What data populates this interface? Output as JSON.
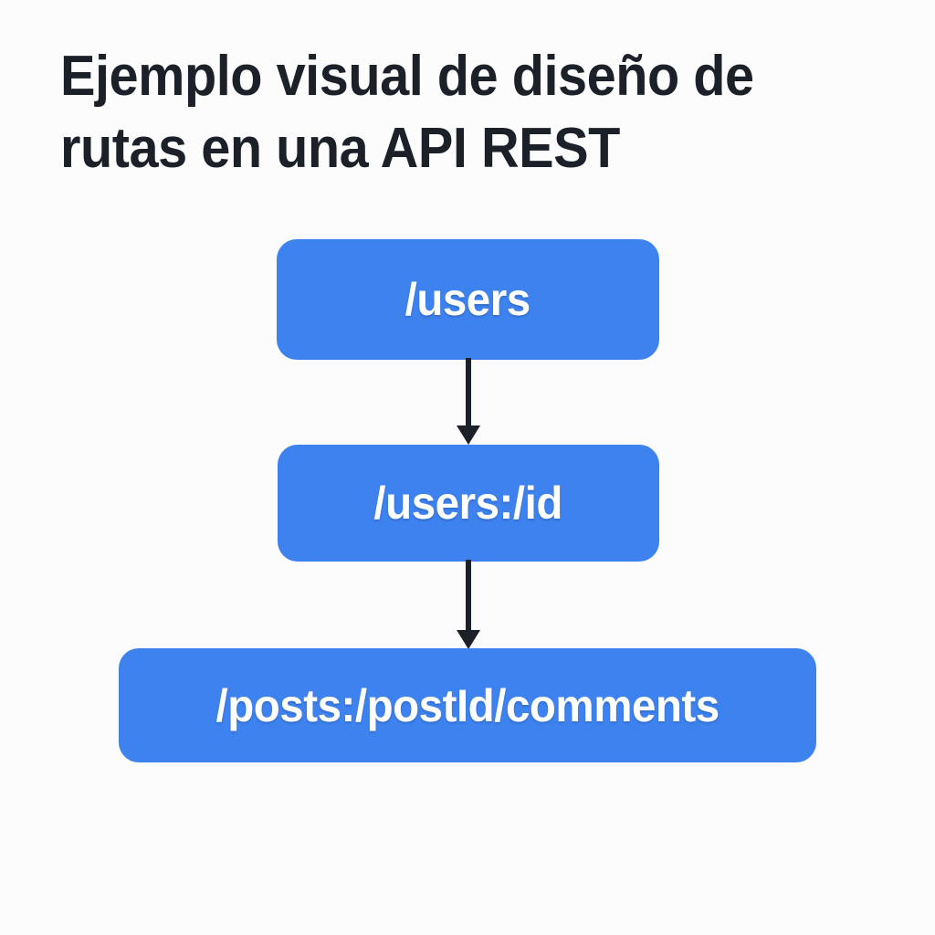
{
  "page": {
    "background_color": "#fcfcfd",
    "title": "Ejemplo visual de diseño de rutas en una API REST",
    "title_color": "#1c2028"
  },
  "diagram": {
    "type": "flowchart",
    "orientation": "vertical",
    "node_fill_color": "#3d82ef",
    "node_text_color": "#ffffff",
    "connector_color": "#1c2028",
    "nodes": [
      {
        "id": "users",
        "label": "/users"
      },
      {
        "id": "users-id",
        "label": "/users:/id"
      },
      {
        "id": "posts-comments",
        "label": "/posts:/postId/comments"
      }
    ],
    "connectors": [
      {
        "id": "arrow-users-to-users-id",
        "icon": "arrow-down-icon",
        "from": "users",
        "to": "users-id"
      },
      {
        "id": "arrow-users-id-to-posts",
        "icon": "arrow-down-icon",
        "from": "users-id",
        "to": "posts-comments"
      }
    ]
  }
}
